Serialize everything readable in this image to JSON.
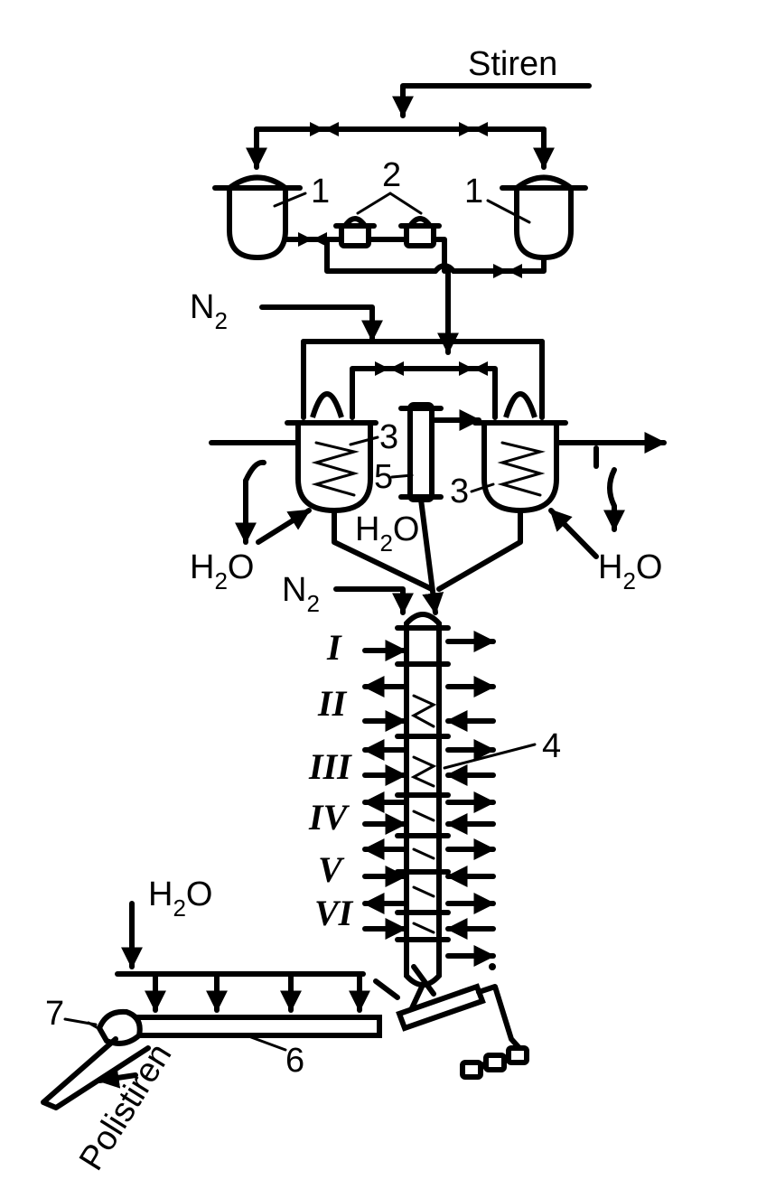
{
  "labels": {
    "stiren": "Stiren",
    "n2": "N",
    "n2_sub": "2",
    "h2o_h": "H",
    "h2o_sub": "2",
    "h2o_o": "O",
    "polistiren": "Polistiren",
    "num_1": "1",
    "num_2": "2",
    "num_3": "3",
    "num_4": "4",
    "num_5": "5",
    "num_6": "6",
    "num_7": "7"
  },
  "zones": [
    "I",
    "II",
    "III",
    "IV",
    "V",
    "VI"
  ],
  "colors": {
    "ink": "#000000",
    "background": "#ffffff"
  }
}
